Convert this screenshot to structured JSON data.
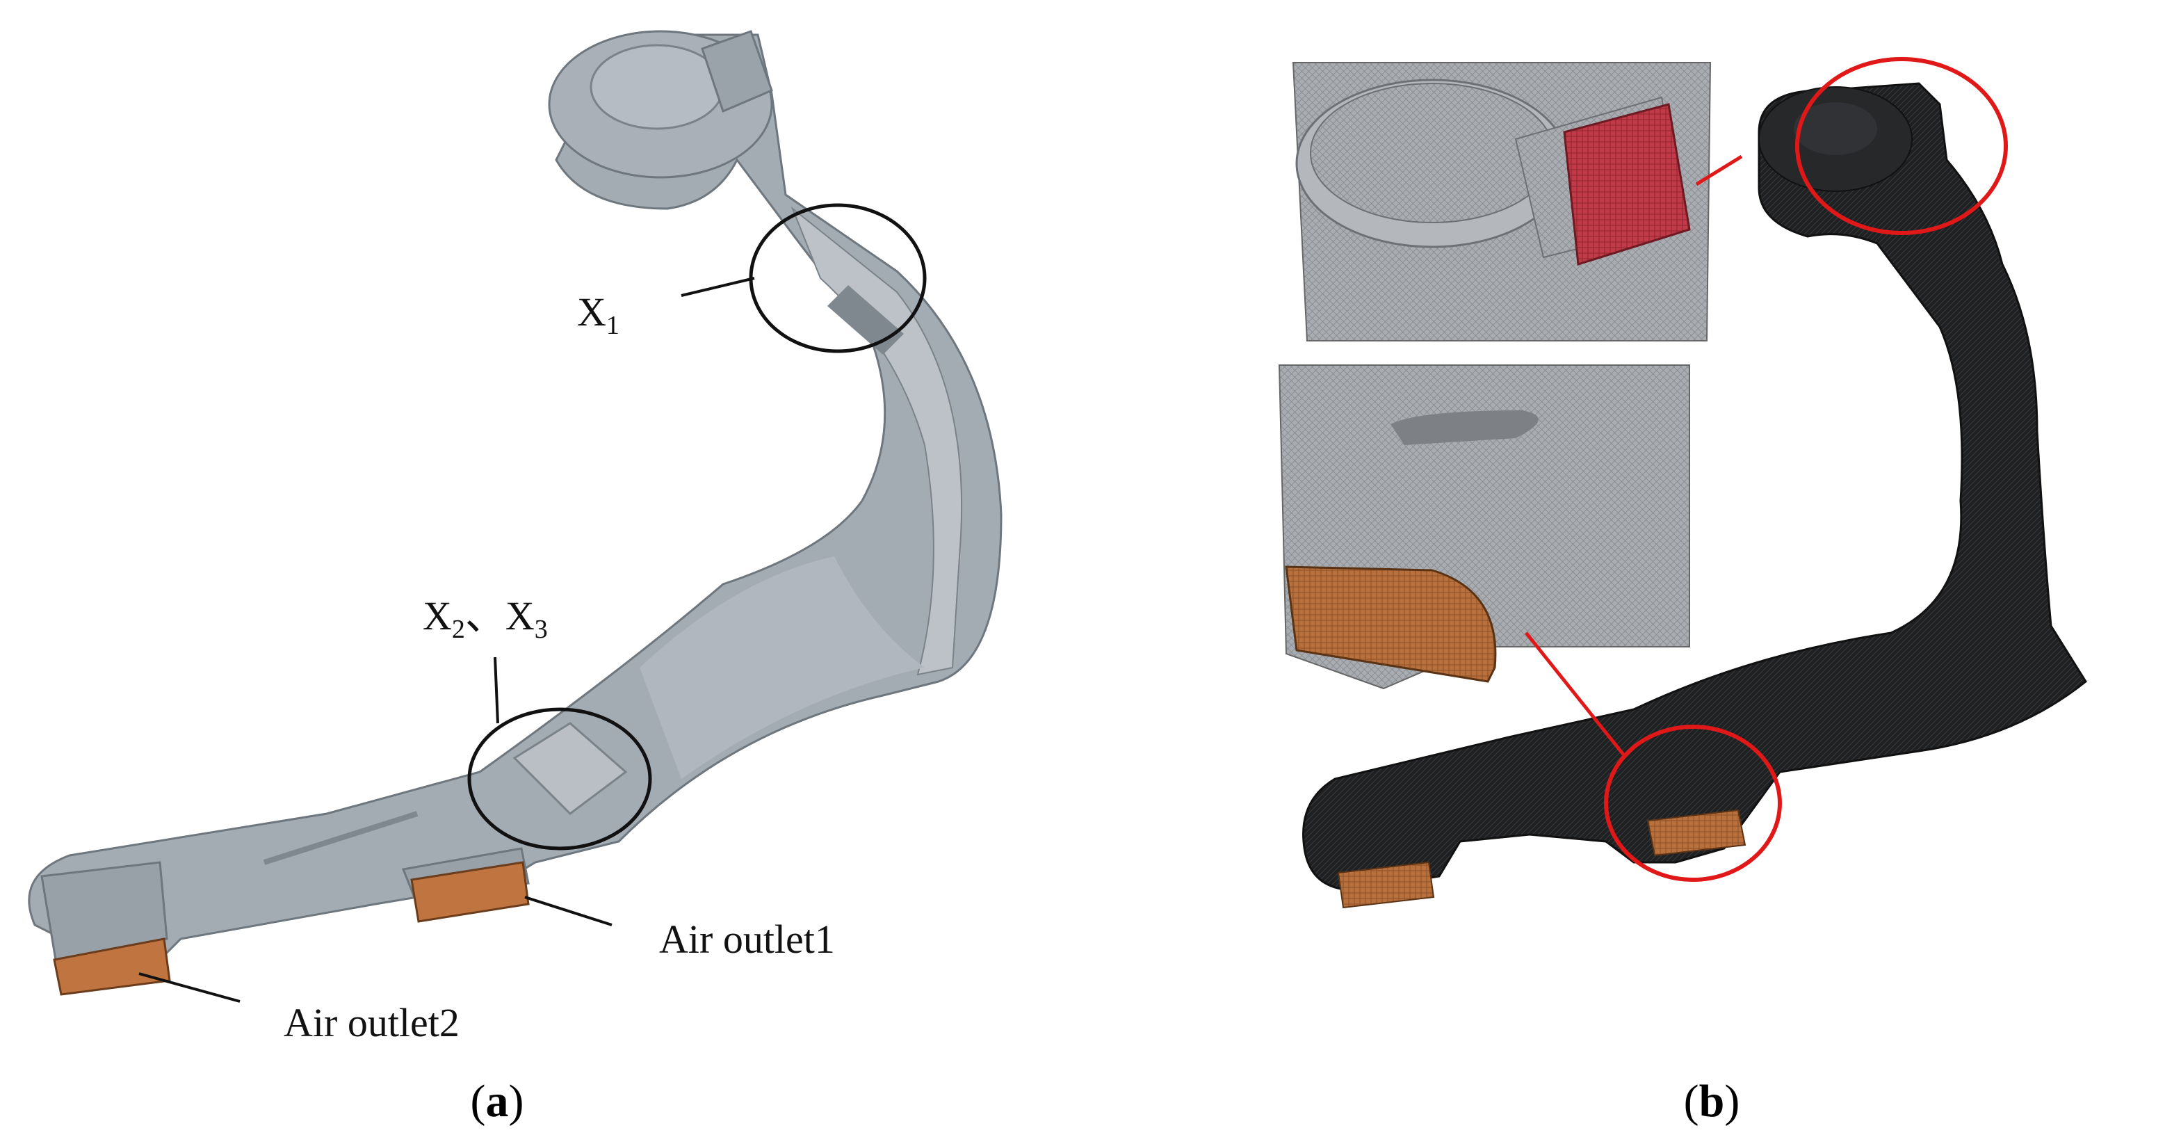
{
  "panel_a": {
    "caption_letter": "a",
    "label_x1": "X",
    "label_x1_sub": "1",
    "label_x2": "X",
    "label_x2_sub": "2",
    "label_sep": "、",
    "label_x3": "X",
    "label_x3_sub": "3",
    "outlet1_label": "Air outlet1",
    "outlet2_label": "Air outlet2"
  },
  "panel_b": {
    "caption_letter": "b"
  },
  "colors": {
    "part_gray": "#a3abb3",
    "part_shadow": "#7f878f",
    "outlet_copper": "#c0743f",
    "mesh_dark": "#1e1f21",
    "inlet_red": "#c93a48",
    "highlight_red": "#e01818"
  }
}
